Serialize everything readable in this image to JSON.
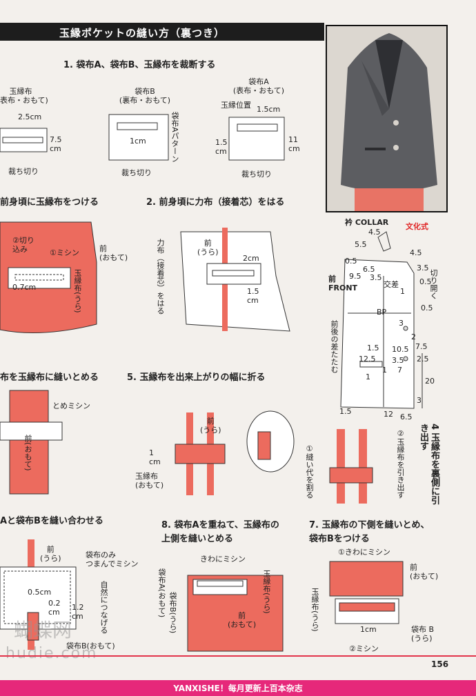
{
  "header": {
    "title": "玉縁ポケットの縫い方（裏つき）"
  },
  "step1": {
    "title": "1. 袋布A、袋布B、玉縁布を裁断する",
    "piece1_label": "玉縁布\n表布・おもて)",
    "piece1_w": "2.5cm",
    "piece1_h": "7.5\ncm",
    "piece1_cut": "裁ち切り",
    "piece2_label": "袋布B\n(裏布・おもて)",
    "piece2_dim": "1cm",
    "piece2_side": "袋布Aパターン",
    "piece2_cut": "裁ち切り",
    "piece3_label": "袋布A\n(表布・おもて)",
    "piece3_pos": "玉縁位置",
    "piece3_w": "1.5cm",
    "piece3_h1": "1.5\ncm",
    "piece3_h2": "11\ncm",
    "piece3_cut": "裁ち切り"
  },
  "step_front": {
    "title": "前身頃に玉縁布をつける",
    "a1": "②切り\n込み",
    "a2": "①ミシン",
    "a3": "前\n(おもて)",
    "a4": "玉縁布(うら)",
    "a5": "0.7cm"
  },
  "step2": {
    "title": "2. 前身頃に力布（接着芯）をはる",
    "a1": "力布（接着芯）をはる",
    "a2": "前\n(うら)",
    "a3": "2cm",
    "a4": "1.5\ncm"
  },
  "step_sew": {
    "title": "布を玉縁布に縫いとめる",
    "a1": "とめミシン",
    "a2": "前(おもて)"
  },
  "step5": {
    "title": "5. 玉縁布を出来上がりの幅に折る",
    "a1": "前\n(うら)",
    "a2": "1\ncm",
    "a3": "玉縁布\n(おもて)"
  },
  "step4": {
    "title": "4 玉縁布を裏側に引き出す",
    "a1": "①縫い代を割る",
    "a2": "②玉縁布を引き出す"
  },
  "step_join": {
    "title": "Aと袋布Bを縫い合わせる",
    "a1": "前\n(うら)",
    "a2": "袋布のみ\nつまんでミシン",
    "a3": "0.5cm",
    "a4": "0.2\ncm",
    "a5": "1.2\ncm",
    "a6": "自然につなげる",
    "a7": "袋布B(おもて)"
  },
  "step8": {
    "title": "8. 袋布Aを重ねて、玉縁布の\n上側を縫いとめる",
    "a1": "きわにミシン",
    "a2": "袋布A(おもて)",
    "a3": "袋布B(うら)",
    "a4": "玉縁布(うら)",
    "a5": "前\n(おもて)"
  },
  "step7": {
    "title": "7. 玉縁布の下側を縫いとめ、\n袋布Bをつける",
    "a1": "①きわにミシン",
    "a2": "前\n(おもて)",
    "a3": "玉縁布(うら)",
    "a4": "1cm",
    "a5": "袋布 B\n(うら)",
    "a6": "②ミシン"
  },
  "pattern": {
    "collar": "衿 COLLAR",
    "bunka": "文化式",
    "front": "前\nFRONT",
    "v1": "4.5",
    "v2": "5.5",
    "v3": "4.5",
    "v4": "0.5",
    "v5": "3.5",
    "v6": "9.5",
    "v7": "6.5",
    "v8": "3.5",
    "v9": "0.5",
    "v10": "BP",
    "v11": "3",
    "v12": "2",
    "v13": "7.5",
    "v14": "10.5",
    "v15": "1.5",
    "v16": "12.5",
    "v17": "3.5",
    "v18": "1",
    "v19": "7",
    "v20": "2.5",
    "v21": "20",
    "v22": "1.5",
    "v23": "12",
    "v24": "6.5",
    "v25": "3",
    "v26": "1",
    "v27": "1",
    "v28": "0.5",
    "a1": "切り開く",
    "a2": "前後の差たたむ",
    "a3": "交差"
  },
  "footer": {
    "page": "156",
    "brand": "YANXISHE！每月更新上百本杂志",
    "wm1": "蝴蝶网",
    "wm2": "hudie.com"
  },
  "colors": {
    "salmon": "#ec6b5e",
    "dark": "#1d1d1d",
    "accent": "#e6287a"
  }
}
